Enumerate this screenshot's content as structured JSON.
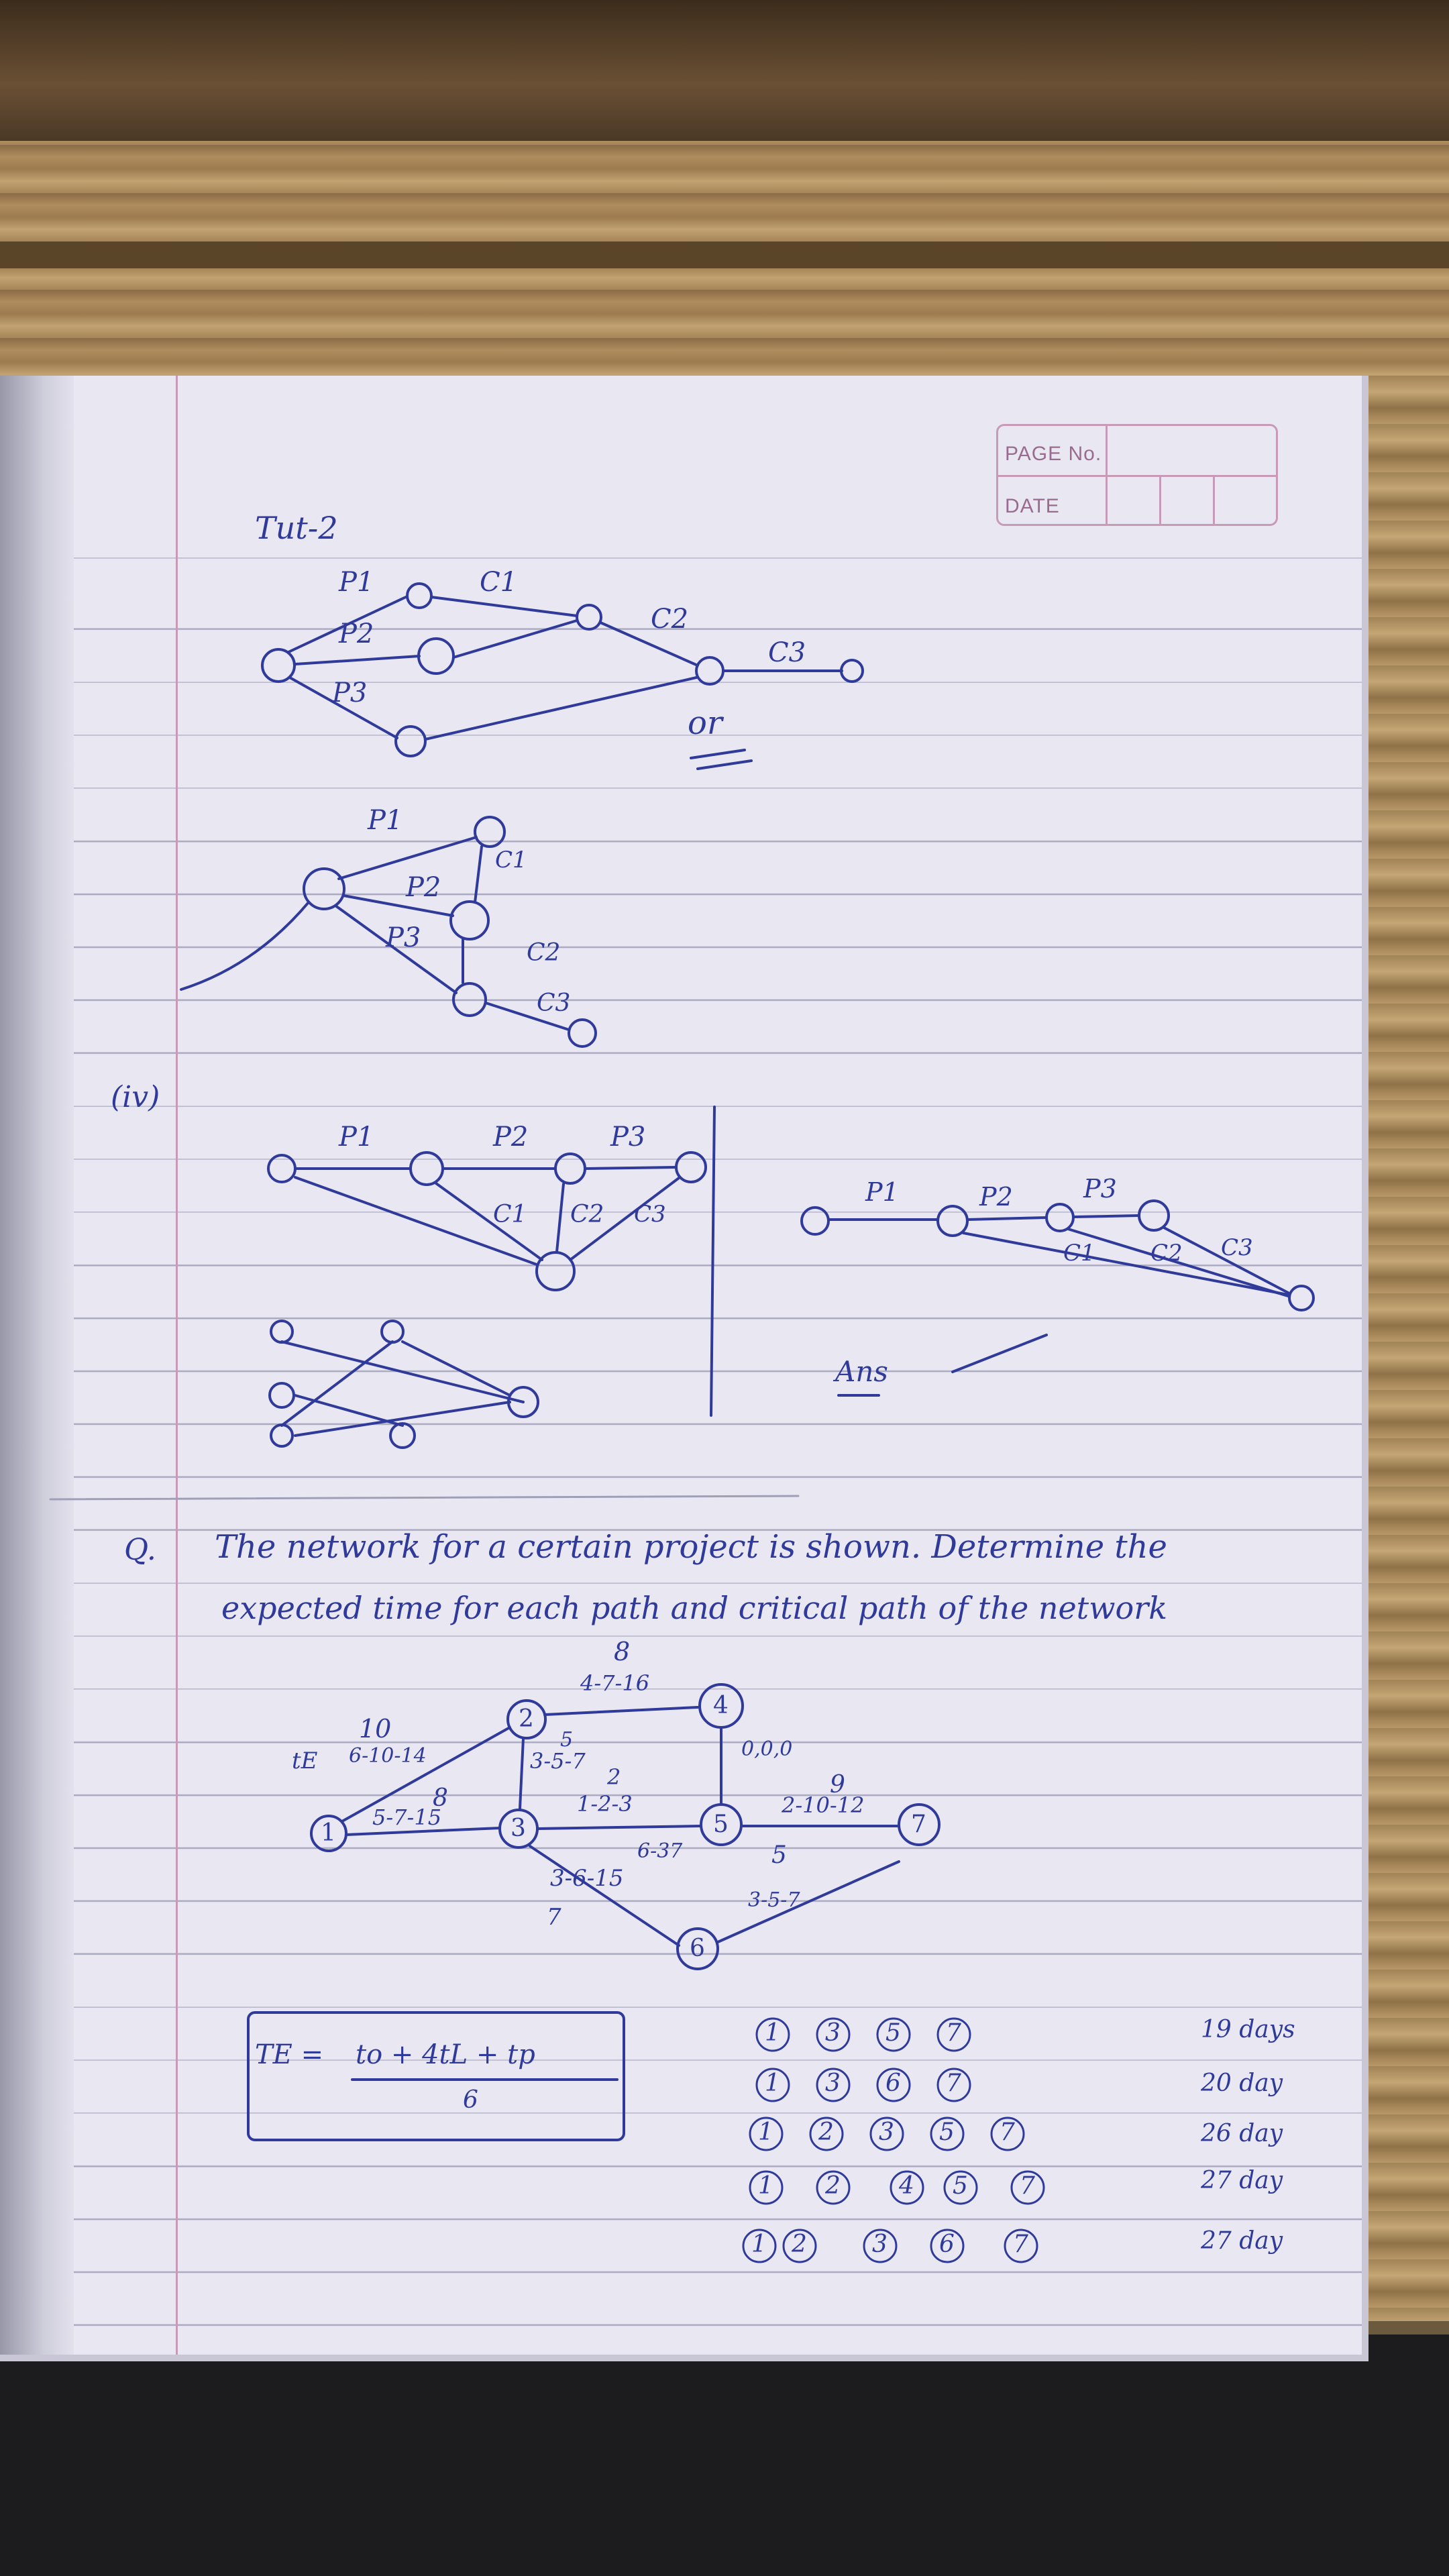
{
  "header": {
    "page_no_label": "PAGE No.",
    "date_label": "DATE"
  },
  "title": "Tut-2",
  "diagram1": {
    "labels": [
      "P1",
      "C1",
      "P2",
      "C2",
      "C3",
      "P3",
      "or"
    ]
  },
  "diagram2": {
    "labels": [
      "P1",
      "C1",
      "P2",
      "P3",
      "C2",
      "C3"
    ]
  },
  "section_iv": {
    "marker": "(iv)",
    "left_labels": [
      "P1",
      "P2",
      "P3",
      "C1",
      "C2",
      "C3"
    ],
    "right_labels": [
      "P1",
      "P2",
      "P3",
      "C1",
      "C2",
      "C3"
    ],
    "ans": "Ans"
  },
  "question": {
    "marker": "Q.",
    "line1": "The network for a certain project is shown. Determine the",
    "line2": "expected time for each path and critical path of the network"
  },
  "network": {
    "te_label": "tE",
    "nodes": [
      "1",
      "2",
      "3",
      "4",
      "5",
      "6",
      "7"
    ],
    "activities": [
      {
        "label": "6-10-14",
        "te": "10"
      },
      {
        "label": "4-7-16",
        "te": "8"
      },
      {
        "label": "3-5-7",
        "te": "5"
      },
      {
        "label": "0,0,0",
        "te": ""
      },
      {
        "label": "5-7-15",
        "te": "8"
      },
      {
        "label": "1-2-3",
        "te": "2"
      },
      {
        "label": "2-10-12",
        "te": "9"
      },
      {
        "label": "3-6-15",
        "te": "7"
      },
      {
        "label": "3-5-7",
        "te": "5"
      },
      {
        "label": "6-37",
        "te": ""
      }
    ]
  },
  "formula": {
    "lhs": "TE =",
    "numerator": "to + 4tL + tp",
    "denominator": "6"
  },
  "paths": [
    {
      "nodes": [
        "1",
        "3",
        "5",
        "7"
      ],
      "duration": "19 days"
    },
    {
      "nodes": [
        "1",
        "3",
        "6",
        "7"
      ],
      "duration": "20 day"
    },
    {
      "nodes": [
        "1",
        "2",
        "3",
        "5",
        "7"
      ],
      "duration": "26 day"
    },
    {
      "nodes": [
        "1",
        "2",
        "4",
        "5",
        "7"
      ],
      "duration": "27 day"
    },
    {
      "nodes": [
        "1",
        "2",
        "3",
        "6",
        "7"
      ],
      "duration": "27 day"
    }
  ],
  "colors": {
    "ink": "#2f3a9a",
    "paper": "#e9e8f2",
    "rule": "#a8a7bf",
    "margin": "#c79ab8"
  }
}
